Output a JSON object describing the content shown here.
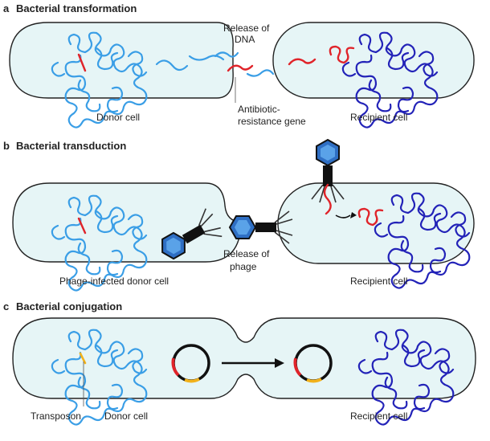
{
  "panels": {
    "a": {
      "letter": "a",
      "title": "Bacterial transformation",
      "release_line1": "Release of",
      "release_line2": "DNA",
      "gene_line1": "Antibiotic-",
      "gene_line2": "resistance gene",
      "donor": "Donor cell",
      "recipient": "Recipient cell"
    },
    "b": {
      "letter": "b",
      "title": "Bacterial transduction",
      "release_line1": "Release of",
      "release_line2": "phage",
      "donor": "Phage-infected donor cell",
      "recipient": "Recipient cell"
    },
    "c": {
      "letter": "c",
      "title": "Bacterial conjugation",
      "transposon": "Transposon",
      "donor": "Donor cell",
      "recipient": "Recipient cell"
    }
  },
  "colors": {
    "cell_fill": "#e6f5f6",
    "donor_dna": "#3a9ee6",
    "recipient_dna": "#2323b8",
    "resistance_gene": "#e0242a",
    "transposon": "#f2b21c",
    "phage": "#1a1a1a"
  },
  "icons": [
    "phage-icon",
    "plasmid-icon",
    "arrow-icon"
  ]
}
